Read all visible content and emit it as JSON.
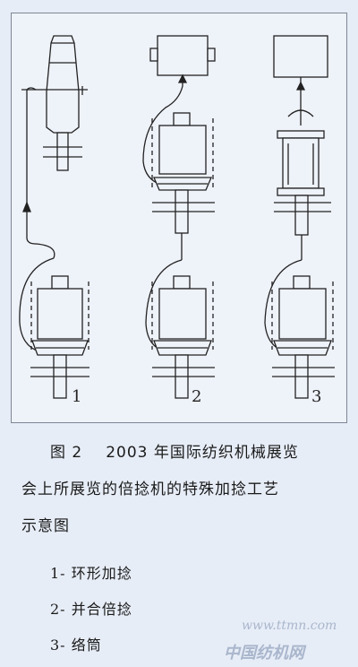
{
  "figure": {
    "labels": {
      "ring_twisting": "1",
      "assembly_twisting": "2",
      "package": "3"
    }
  },
  "caption": {
    "number": "图 2",
    "line1": "2003 年国际纺织机械展览",
    "line2": "会上所展览的倍捻机的特殊加捻工艺",
    "line3": "示意图"
  },
  "legend": {
    "items": [
      {
        "num": "1-",
        "text": "环形加捻"
      },
      {
        "num": "2-",
        "text": "并合倍捻"
      },
      {
        "num": "3-",
        "text": "络筒"
      }
    ]
  },
  "watermark": {
    "url": "www.ttmn.com",
    "cn": "中国纺机网"
  },
  "colors": {
    "background": "#e7edf7",
    "ink": "#1f1f1f",
    "watermark": "#a9b6cc"
  }
}
